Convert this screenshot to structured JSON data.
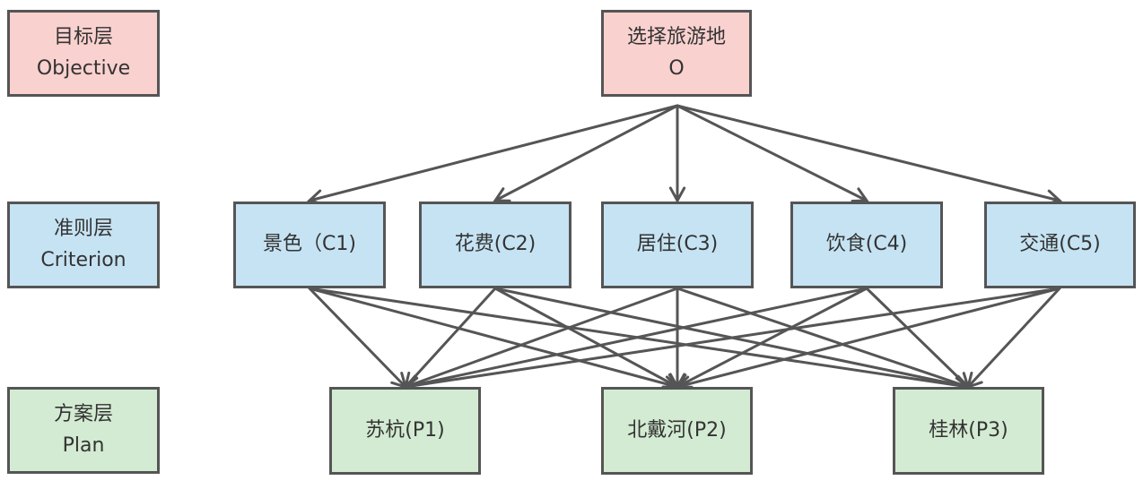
{
  "layers": [
    {
      "id": "objective",
      "title": "目标层",
      "subtitle": "Objective"
    },
    {
      "id": "criterion",
      "title": "准则层",
      "subtitle": "Criterion"
    },
    {
      "id": "plan",
      "title": "方案层",
      "subtitle": "Plan"
    }
  ],
  "objective": {
    "title": "选择旅游地",
    "label": "O"
  },
  "criteria": [
    {
      "id": "C1",
      "label": "景色（C1)"
    },
    {
      "id": "C2",
      "label": "花费(C2)"
    },
    {
      "id": "C3",
      "label": "居住(C3)"
    },
    {
      "id": "C4",
      "label": "饮食(C4)"
    },
    {
      "id": "C5",
      "label": "交通(C5)"
    }
  ],
  "plans": [
    {
      "id": "P1",
      "label": "苏杭(P1)"
    },
    {
      "id": "P2",
      "label": "北戴河(P2)"
    },
    {
      "id": "P3",
      "label": "桂林(P3)"
    }
  ],
  "colors": {
    "objective_fill": "#f9d1cf",
    "criterion_fill": "#c6e3f3",
    "plan_fill": "#d3ebd2",
    "border": "#555555",
    "edge": "#555555"
  }
}
